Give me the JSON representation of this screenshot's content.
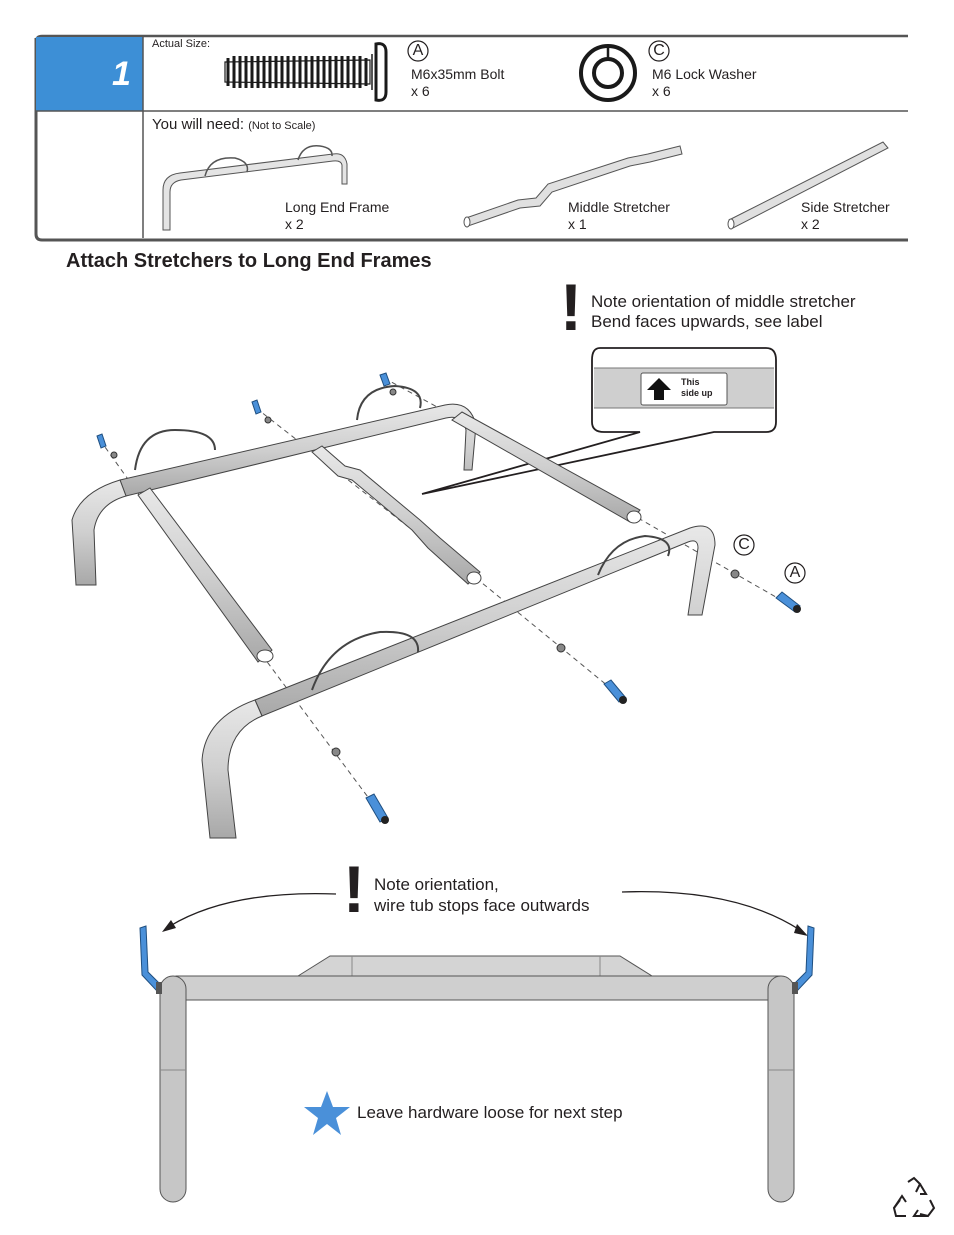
{
  "step": {
    "number": "1"
  },
  "parts": {
    "actual_size_label": "Actual Size:",
    "bolt": {
      "letter": "A",
      "name": "M6x35mm Bolt",
      "qty": "x 6"
    },
    "washer": {
      "letter": "C",
      "name": "M6 Lock Washer",
      "qty": "x 6"
    }
  },
  "you_will_need": {
    "label": "You will need:",
    "note": "(Not to Scale)",
    "items": [
      {
        "name": "Long End Frame",
        "qty": "x 2"
      },
      {
        "name": "Middle Stretcher",
        "qty": "x 1"
      },
      {
        "name": "Side Stretcher",
        "qty": "x 2"
      }
    ]
  },
  "section_title": "Attach Stretchers to Long End Frames",
  "notes": {
    "middle_line1": "Note orientation of middle stretcher",
    "middle_line2": "Bend faces upwards, see label",
    "label_text_1": "This",
    "label_text_2": "side up",
    "orient_line1": "Note orientation,",
    "orient_line2": "wire tub stops face outwards",
    "loose": "Leave hardware loose for next step"
  },
  "callouts": {
    "washer_letter": "C",
    "bolt_letter": "A"
  },
  "icons": [
    "exclamation-icon",
    "star-icon",
    "recycle-icon",
    "arrow-up-icon"
  ],
  "colors": {
    "accent_blue": "#3b8fd4",
    "hardware_blue": "#4a90d9",
    "tube_gray": "#c8c8c8",
    "outline": "#3a3a3a"
  }
}
